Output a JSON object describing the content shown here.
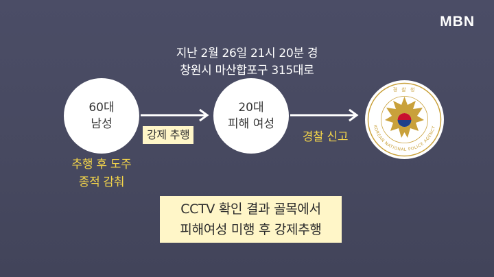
{
  "logo": "MBN",
  "header": {
    "line1": "지난 2월 26일 21시 20분 경",
    "line2": "창원시 마산합포구 315대로"
  },
  "nodes": {
    "suspect": {
      "line1": "60대",
      "line2": "남성"
    },
    "victim": {
      "line1": "20대",
      "line2": "피해 여성"
    }
  },
  "edges": {
    "first": "강제 추행",
    "second": "경찰 신고"
  },
  "suspect_note": {
    "line1": "추행 후 도주",
    "line2": "종적 감춰"
  },
  "emblem": {
    "top_text": "경 찰 청",
    "ring_text": "KOREAN NATIONAL POLICE AGENCY"
  },
  "bottom_note": {
    "line1": "CCTV 확인 결과 골목에서",
    "line2": "피해여성 미행 후 강제추행"
  },
  "colors": {
    "background": "#474960",
    "accent_yellow": "#f5d64a",
    "box_yellow": "#fff6c8",
    "emblem_gold": "#c9a13b"
  }
}
